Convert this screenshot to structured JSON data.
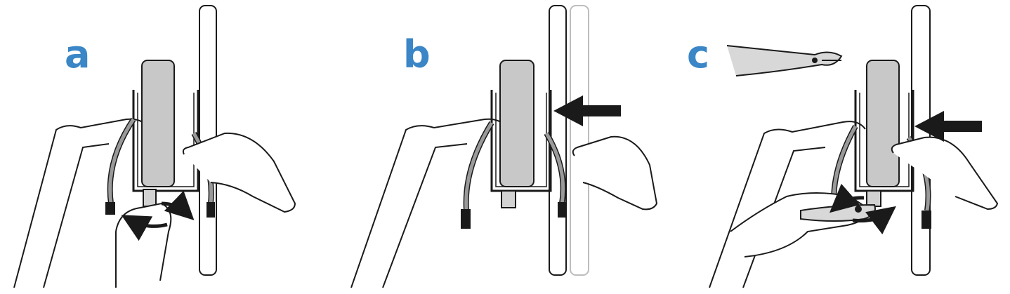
{
  "panels": [
    {
      "letter": "a",
      "action": "loosen-knob-by-hand"
    },
    {
      "letter": "b",
      "action": "push-unit-to-mount"
    },
    {
      "letter": "c",
      "action": "tighten-with-pliers"
    }
  ],
  "colors": {
    "letter": "#3a86c6",
    "line": "#1a1a1a",
    "unit_fill": "#c8c8c8",
    "bracket_fill": "#d2d2d2",
    "cable_fill": "#9a9a9a",
    "ghost_line": "#bdbdbd",
    "arrow": "#1a1a1a"
  },
  "icons": [
    "rotate-arrows-icon",
    "push-arrow-icon",
    "pliers-icon"
  ]
}
